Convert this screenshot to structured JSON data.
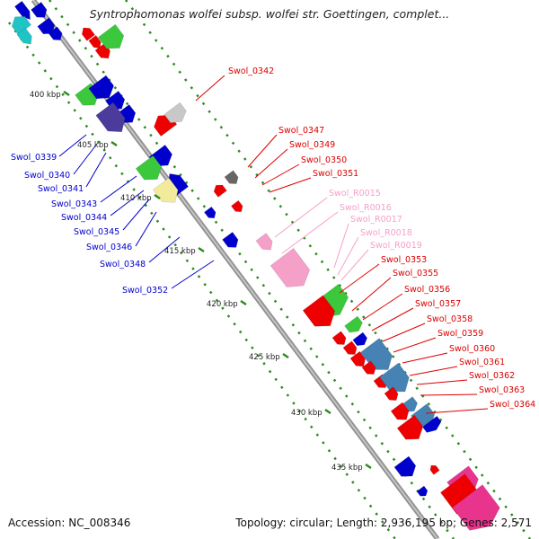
{
  "title": "Syntrophomonas wolfei subsp. wolfei str. Goettingen, complet...",
  "footer": {
    "accession": "Accession: NC_008346",
    "summary": "Topology: circular; Length: 2,936,195 bp; Genes: 2,571"
  },
  "colors": {
    "backbone": "#a9a9a9",
    "dot_track": "#2e8b1f",
    "left_labels": "#0000cc",
    "right_labels": "#dd0000",
    "rna_labels": "#f5a0c8"
  },
  "scale_ticks": [
    "400 kbp",
    "405 kbp",
    "410 kbp",
    "415 kbp",
    "420 kbp",
    "425 kbp",
    "430 kbp",
    "435 kbp"
  ],
  "left_labels": [
    "Swol_0339",
    "Swol_0340",
    "Swol_0341",
    "Swol_0343",
    "Swol_0344",
    "Swol_0345",
    "Swol_0346",
    "Swol_0348",
    "Swol_0352"
  ],
  "right_labels": [
    "Swol_0342",
    "Swol_0347",
    "Swol_0349",
    "Swol_0350",
    "Swol_0351",
    "Swol_0353",
    "Swol_0355",
    "Swol_0356",
    "Swol_0357",
    "Swol_0358",
    "Swol_0359",
    "Swol_0360",
    "Swol_0361",
    "Swol_0362",
    "Swol_0363",
    "Swol_0364"
  ],
  "rna_labels": [
    "Swol_R0015",
    "Swol_R0016",
    "Swol_R0017",
    "Swol_R0018",
    "Swol_R0019"
  ]
}
